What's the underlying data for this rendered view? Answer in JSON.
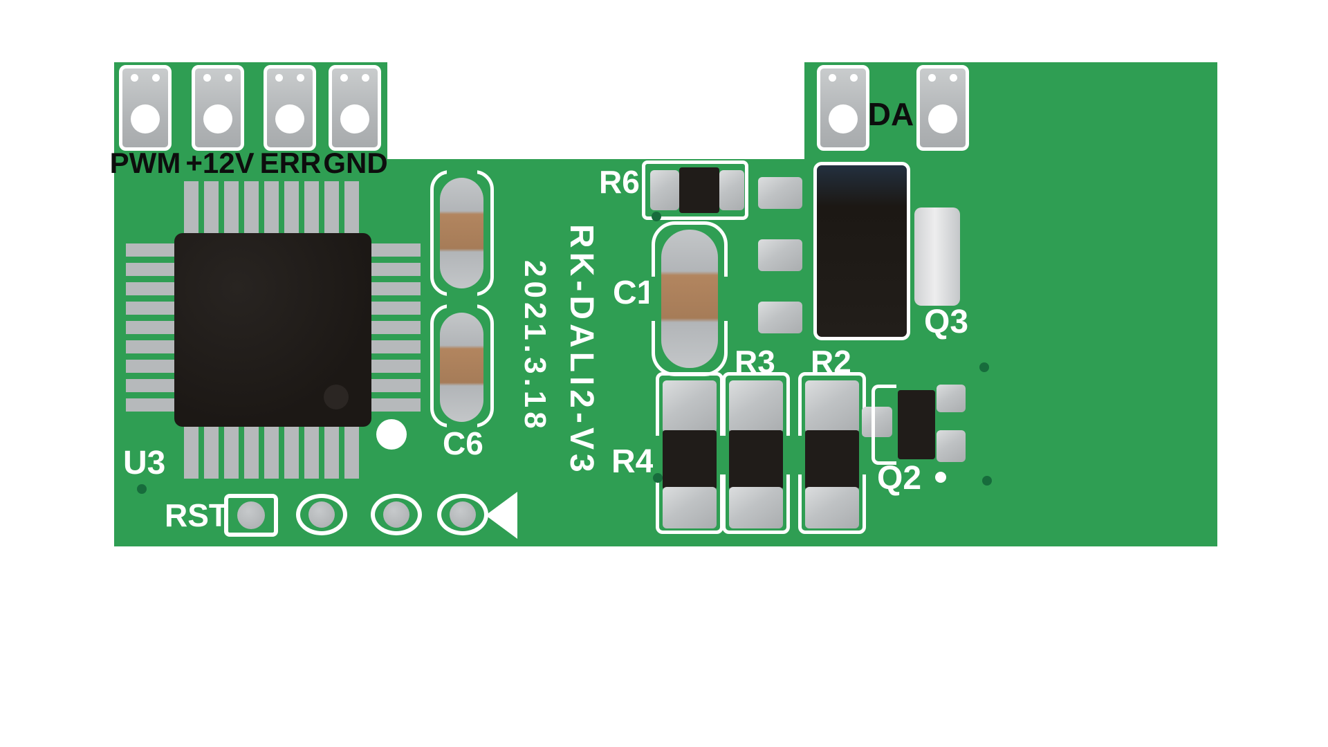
{
  "board": {
    "model": "RK-DALI2-V3",
    "date": "2021.3.18"
  },
  "connectors": {
    "left": [
      {
        "label": "PWM"
      },
      {
        "label": "+12V"
      },
      {
        "label": "ERR"
      },
      {
        "label": "GND"
      }
    ],
    "right": [
      {
        "label": "DA"
      }
    ]
  },
  "components": {
    "u3": "U3",
    "c6": "C6",
    "c1": "C1",
    "r6": "R6",
    "r4": "R4",
    "r3": "R3",
    "r2": "R2",
    "q3": "Q3",
    "q2": "Q2",
    "rst": "RST"
  },
  "colors": {
    "board_green": "#2f9e53",
    "silkscreen_white": "#ffffff",
    "pad_gray": "#b7babc",
    "component_black": "#201c19",
    "melf_band_brown": "#b2855f",
    "label_black": "#0d0d0d"
  }
}
